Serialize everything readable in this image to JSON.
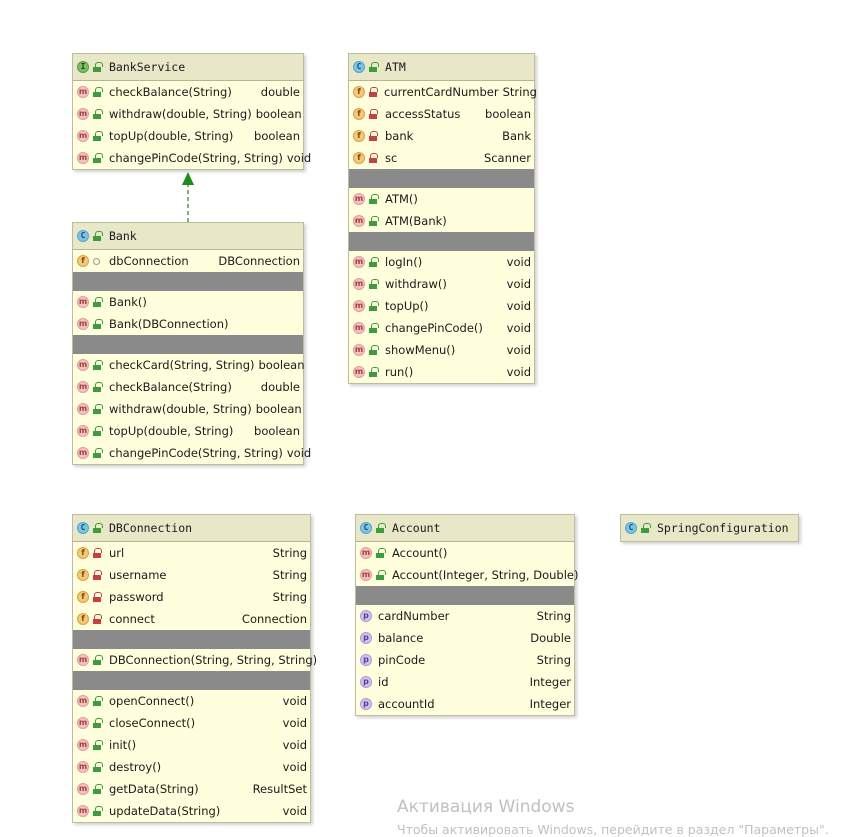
{
  "diagram": {
    "classes": {
      "bank_service": {
        "name": "BankService",
        "kind": "I",
        "methods": [
          {
            "name": "checkBalance(String)",
            "type": "double"
          },
          {
            "name": "withdraw(double, String)",
            "type": "boolean"
          },
          {
            "name": "topUp(double, String)",
            "type": "boolean"
          },
          {
            "name": "changePinCode(String, String)",
            "type": "void"
          }
        ]
      },
      "atm": {
        "name": "ATM",
        "kind": "C",
        "fields": [
          {
            "name": "currentCardNumber",
            "type": "String"
          },
          {
            "name": "accessStatus",
            "type": "boolean"
          },
          {
            "name": "bank",
            "type": "Bank"
          },
          {
            "name": "sc",
            "type": "Scanner"
          }
        ],
        "constructors": [
          {
            "name": "ATM()"
          },
          {
            "name": "ATM(Bank)"
          }
        ],
        "methods": [
          {
            "name": "logIn()",
            "type": "void"
          },
          {
            "name": "withdraw()",
            "type": "void"
          },
          {
            "name": "topUp()",
            "type": "void"
          },
          {
            "name": "changePinCode()",
            "type": "void"
          },
          {
            "name": "showMenu()",
            "type": "void"
          },
          {
            "name": "run()",
            "type": "void"
          }
        ]
      },
      "bank": {
        "name": "Bank",
        "kind": "C",
        "fields": [
          {
            "name": "dbConnection",
            "type": "DBConnection"
          }
        ],
        "constructors": [
          {
            "name": "Bank()"
          },
          {
            "name": "Bank(DBConnection)"
          }
        ],
        "methods": [
          {
            "name": "checkCard(String, String)",
            "type": "boolean"
          },
          {
            "name": "checkBalance(String)",
            "type": "double"
          },
          {
            "name": "withdraw(double, String)",
            "type": "boolean"
          },
          {
            "name": "topUp(double, String)",
            "type": "boolean"
          },
          {
            "name": "changePinCode(String, String)",
            "type": "void"
          }
        ]
      },
      "db_connection": {
        "name": "DBConnection",
        "kind": "C",
        "fields": [
          {
            "name": "url",
            "type": "String"
          },
          {
            "name": "username",
            "type": "String"
          },
          {
            "name": "password",
            "type": "String"
          },
          {
            "name": "connect",
            "type": "Connection"
          }
        ],
        "constructors": [
          {
            "name": "DBConnection(String, String, String)"
          }
        ],
        "methods": [
          {
            "name": "openConnect()",
            "type": "void"
          },
          {
            "name": "closeConnect()",
            "type": "void"
          },
          {
            "name": "init()",
            "type": "void"
          },
          {
            "name": "destroy()",
            "type": "void"
          },
          {
            "name": "getData(String)",
            "type": "ResultSet"
          },
          {
            "name": "updateData(String)",
            "type": "void"
          }
        ]
      },
      "account": {
        "name": "Account",
        "kind": "C",
        "constructors": [
          {
            "name": "Account()"
          },
          {
            "name": "Account(Integer, String, Double)"
          }
        ],
        "properties": [
          {
            "name": "cardNumber",
            "type": "String"
          },
          {
            "name": "balance",
            "type": "Double"
          },
          {
            "name": "pinCode",
            "type": "String"
          },
          {
            "name": "id",
            "type": "Integer"
          },
          {
            "name": "accountId",
            "type": "Integer"
          }
        ]
      },
      "spring_configuration": {
        "name": "SpringConfiguration",
        "kind": "C"
      }
    },
    "badges": {
      "method": "m",
      "field": "f",
      "property": "p"
    },
    "relation_color": "#1f8a1f"
  },
  "watermark": {
    "title": "Активация Windows",
    "subtitle": "Чтобы активировать Windows, перейдите в раздел \"Параметры\"."
  }
}
